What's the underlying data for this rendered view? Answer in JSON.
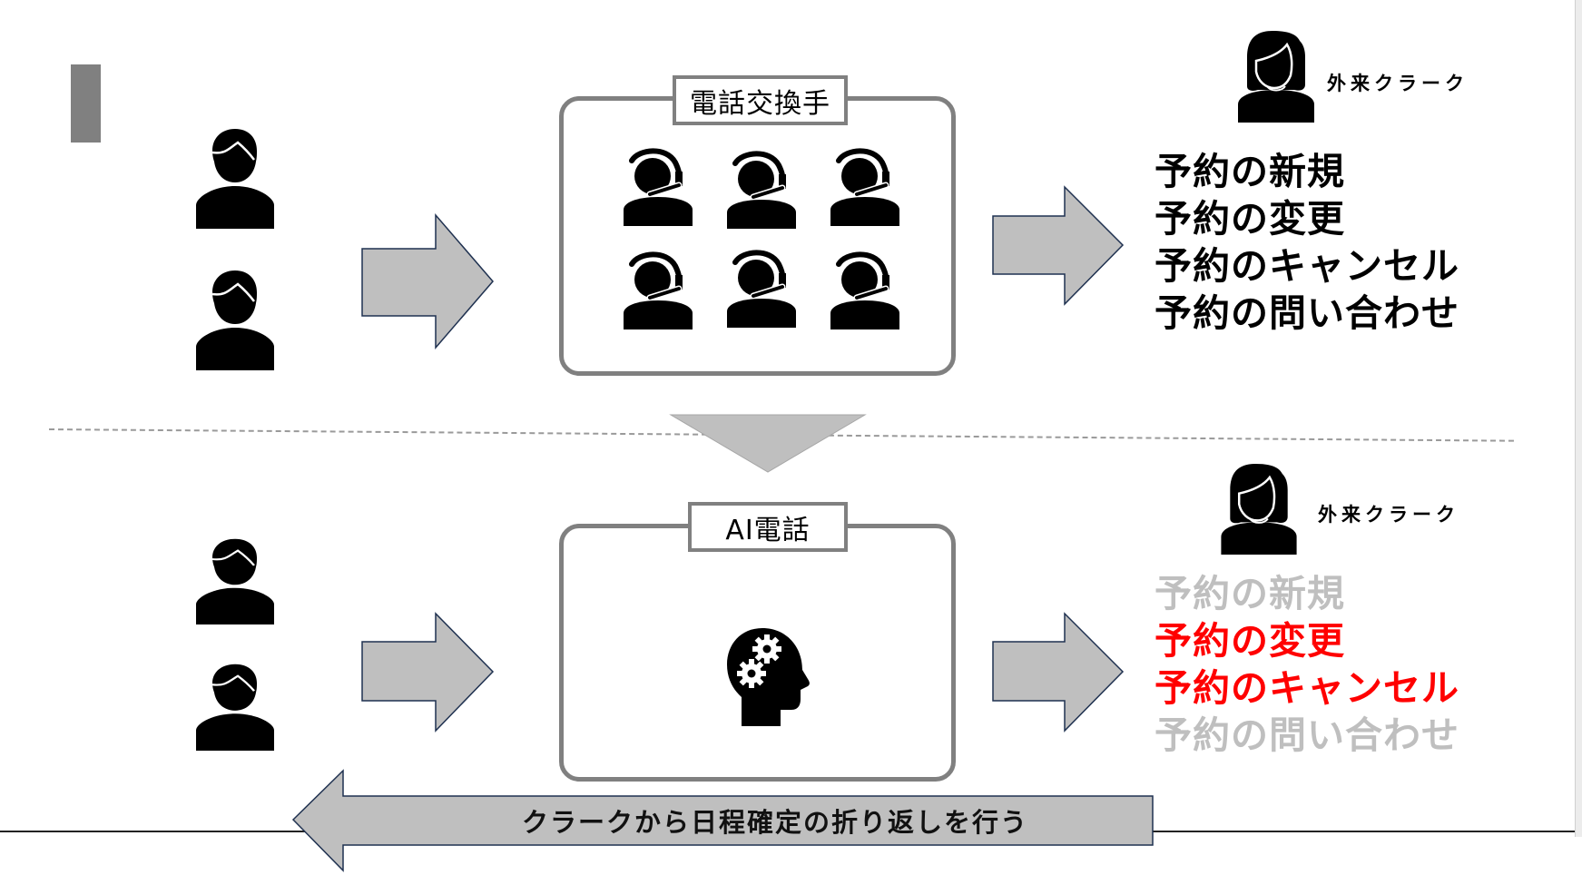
{
  "diagram": {
    "before": {
      "panel_label": "電話交換手",
      "operator_count": 6,
      "caller_count": 2,
      "clerk_label": "外来クラーク",
      "tasks": [
        {
          "text": "予約の新規",
          "state": "normal"
        },
        {
          "text": "予約の変更",
          "state": "normal"
        },
        {
          "text": "予約のキャンセル",
          "state": "normal"
        },
        {
          "text": "予約の問い合わせ",
          "state": "normal"
        }
      ]
    },
    "after": {
      "panel_label": "AI電話",
      "caller_count": 2,
      "clerk_label": "外来クラーク",
      "tasks": [
        {
          "text": "予約の新規",
          "state": "dimmed"
        },
        {
          "text": "予約の変更",
          "state": "highlighted"
        },
        {
          "text": "予約のキャンセル",
          "state": "highlighted"
        },
        {
          "text": "予約の問い合わせ",
          "state": "dimmed"
        }
      ]
    },
    "return_arrow_label": "クラークから日程確定の折り返しを行う",
    "colors": {
      "normal": "#000000",
      "highlighted": "#FF0000",
      "dimmed": "#BFBFBF",
      "arrow_fill": "#BFBFBF",
      "arrow_stroke": "#1F3150",
      "panel_border": "#808080"
    }
  }
}
